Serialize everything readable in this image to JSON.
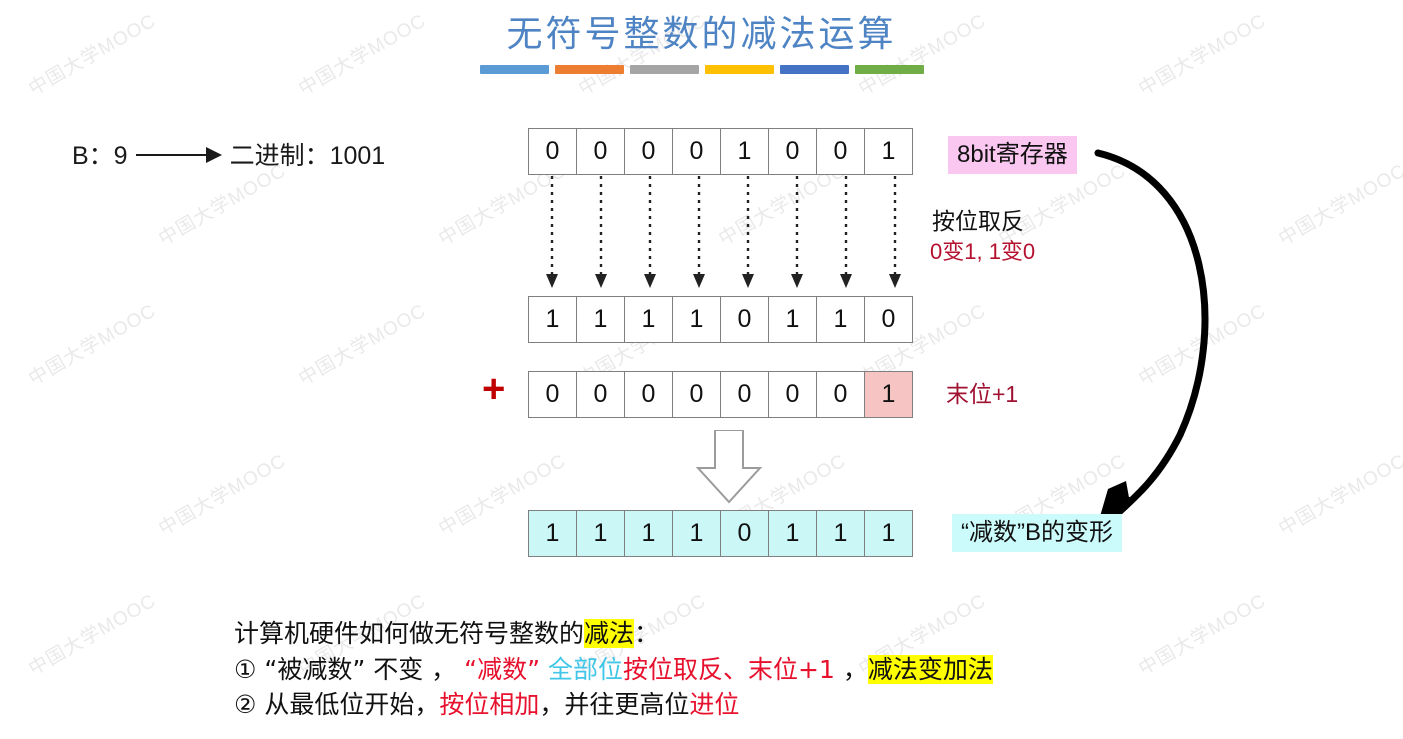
{
  "title": {
    "text": "无符号整数的减法运算",
    "color": "#4f84c4",
    "bars": [
      "#5b9bd5",
      "#ed7d31",
      "#a5a5a5",
      "#ffc000",
      "#4472c4",
      "#70ad47"
    ]
  },
  "left_expression": {
    "source_label": "B：9",
    "arrow": "long-right-arrow",
    "target_label": "二进制：1001"
  },
  "rows": [
    {
      "name": "original-value-row",
      "bits": [
        "0",
        "0",
        "0",
        "0",
        "1",
        "0",
        "0",
        "1"
      ],
      "cell_bg": "#ffffff",
      "highlight_index": -1
    },
    {
      "name": "inverted-value-row",
      "bits": [
        "1",
        "1",
        "1",
        "1",
        "0",
        "1",
        "1",
        "0"
      ],
      "cell_bg": "#ffffff",
      "highlight_index": -1
    },
    {
      "name": "plus-one-row",
      "bits": [
        "0",
        "0",
        "0",
        "0",
        "0",
        "0",
        "0",
        "1"
      ],
      "cell_bg": "#ffffff",
      "highlight_index": 7,
      "highlight_color": "#f7c4c4"
    },
    {
      "name": "result-row",
      "bits": [
        "1",
        "1",
        "1",
        "1",
        "0",
        "1",
        "1",
        "1"
      ],
      "cell_bg": "#ccf7f7",
      "highlight_index": -1
    }
  ],
  "plus_sign": "+",
  "labels": {
    "register": "8bit寄存器",
    "result": "“减数”B的变形"
  },
  "notes": {
    "invert_title": "按位取反",
    "invert_detail": "0变1, 1变0",
    "plus_one": "末位+1"
  },
  "bottom": {
    "line1": {
      "plain": "计算机硬件如何做无符号整数的",
      "highlight": "减法",
      "tail": "："
    },
    "line2": {
      "marker": "①",
      "p1": " “被减数” 不变 ，",
      "red1": " “减数” ",
      "cyan1": "全部位",
      "red2": "按位取反、",
      "red3": "末位+1",
      "p2": " ，",
      "highlight": "减法变加法"
    },
    "line3": {
      "marker": "②",
      "p1": " 从最低位开始，",
      "red1": "按位相加",
      "p2": "，并往更高位",
      "red2": "进位"
    }
  },
  "watermark": {
    "text": "中国大学MOOC"
  }
}
